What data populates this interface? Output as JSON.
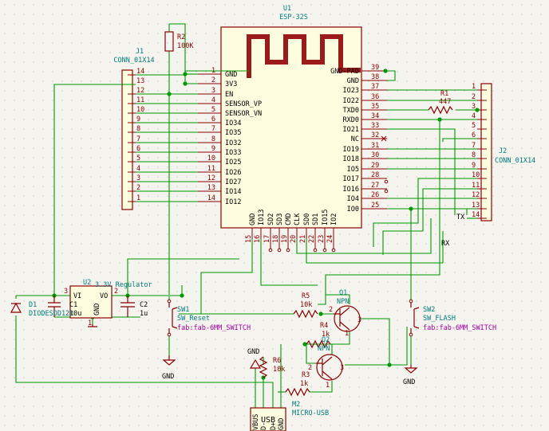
{
  "u1": {
    "ref": "U1",
    "value": "ESP-32S",
    "left_pins": [
      {
        "num": "1",
        "name": "GND"
      },
      {
        "num": "2",
        "name": "3V3"
      },
      {
        "num": "3",
        "name": "EN"
      },
      {
        "num": "4",
        "name": "SENSOR_VP"
      },
      {
        "num": "5",
        "name": "SENSOR_VN"
      },
      {
        "num": "6",
        "name": "IO34"
      },
      {
        "num": "7",
        "name": "IO35"
      },
      {
        "num": "8",
        "name": "IO32"
      },
      {
        "num": "9",
        "name": "IO33"
      },
      {
        "num": "10",
        "name": "IO25"
      },
      {
        "num": "11",
        "name": "IO26"
      },
      {
        "num": "12",
        "name": "IO27"
      },
      {
        "num": "13",
        "name": "IO14"
      },
      {
        "num": "14",
        "name": "IO12"
      }
    ],
    "right_pins": [
      {
        "num": "39",
        "name": "GND-PAD"
      },
      {
        "num": "38",
        "name": "GND"
      },
      {
        "num": "37",
        "name": "IO23"
      },
      {
        "num": "36",
        "name": "IO22"
      },
      {
        "num": "35",
        "name": "TXD0"
      },
      {
        "num": "34",
        "name": "RXD0"
      },
      {
        "num": "33",
        "name": "IO21"
      },
      {
        "num": "32",
        "name": "NC"
      },
      {
        "num": "31",
        "name": "IO19"
      },
      {
        "num": "30",
        "name": "IO18"
      },
      {
        "num": "29",
        "name": "IO5"
      },
      {
        "num": "28",
        "name": "IO17"
      },
      {
        "num": "27",
        "name": "IO16"
      },
      {
        "num": "26",
        "name": "IO4"
      },
      {
        "num": "25",
        "name": "IO0"
      }
    ],
    "bottom_pins": [
      {
        "num": "15",
        "name": "GND"
      },
      {
        "num": "16",
        "name": "IO13"
      },
      {
        "num": "17",
        "name": "SD2"
      },
      {
        "num": "18",
        "name": "SD3"
      },
      {
        "num": "19",
        "name": "CMD"
      },
      {
        "num": "20",
        "name": "CLK"
      },
      {
        "num": "21",
        "name": "SD0"
      },
      {
        "num": "22",
        "name": "SD1"
      },
      {
        "num": "23",
        "name": "IO15"
      },
      {
        "num": "24",
        "name": "IO2"
      }
    ]
  },
  "j1": {
    "ref": "J1",
    "value": "CONN_01X14",
    "pins": [
      "14",
      "13",
      "12",
      "11",
      "10",
      "9",
      "8",
      "7",
      "6",
      "5",
      "4",
      "3",
      "2",
      "1"
    ]
  },
  "j2": {
    "ref": "J2",
    "value": "CONN_01X14",
    "pins": [
      "1",
      "2",
      "3",
      "4",
      "5",
      "6",
      "7",
      "8",
      "9",
      "10",
      "11",
      "12",
      "13",
      "14"
    ]
  },
  "r1": {
    "ref": "R1",
    "value": "447"
  },
  "r2": {
    "ref": "R2",
    "value": "100K"
  },
  "r3": {
    "ref": "R3",
    "value": "1k"
  },
  "r4": {
    "ref": "R4",
    "value": "1k"
  },
  "r5": {
    "ref": "R5",
    "value": "10k"
  },
  "r6": {
    "ref": "R6",
    "value": "10k"
  },
  "u2": {
    "ref": "U2",
    "value": "3.3V Regulator",
    "pin_vi": "VI",
    "pin_vo": "VO",
    "pin_gnd": "GND",
    "pin_1": "1",
    "pin_2": "2",
    "pin_3": "3"
  },
  "c1": {
    "ref": "C1",
    "value": "10u"
  },
  "c2": {
    "ref": "C2",
    "value": "1u"
  },
  "d1": {
    "ref": "D1",
    "value": "DIODESOD123"
  },
  "q1": {
    "ref": "Q1",
    "value": "NPN",
    "pin_1": "1",
    "pin_2": "2",
    "pin_3": "3"
  },
  "q2": {
    "ref": "Q2",
    "value": "NPN",
    "pin_1": "1",
    "pin_2": "2",
    "pin_3": "3"
  },
  "sw1": {
    "ref": "SW1",
    "value": "SW_Reset",
    "footprint": "fab:fab-6MM_SWITCH"
  },
  "sw2": {
    "ref": "SW2",
    "value": "SW_FLASH",
    "footprint": "fab:fab-6MM_SWITCH"
  },
  "m2": {
    "ref": "M2",
    "value": "MICRO-USB",
    "label": "USB",
    "pins": [
      "VBUS",
      "D-",
      "D+",
      "GND"
    ]
  },
  "net_labels": {
    "tx": "TX",
    "rx": "RX"
  },
  "gnd_labels": {
    "gnd": "GND"
  },
  "colors": {
    "wire": "#009900",
    "part": "#8b0000",
    "ref": "#007a7a",
    "footprint": "#a000a0",
    "body_fill": "#fffde0",
    "background": "#f5f4ef"
  }
}
